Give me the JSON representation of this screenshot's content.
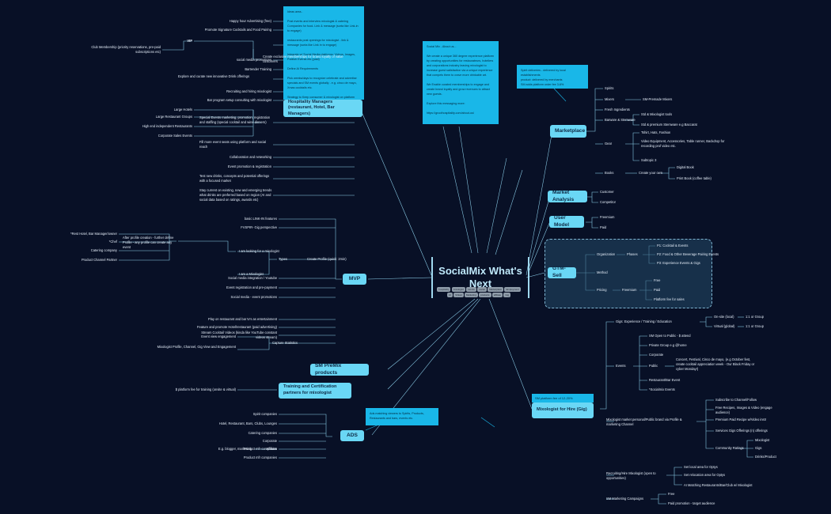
{
  "center": {
    "title": "SocialMix\nWhat's Next",
    "tags": [
      "hospitality",
      "mixologist",
      "events",
      "social",
      "Marketplace",
      "Employment",
      "AI",
      "Virtual",
      "Marketing",
      "products",
      "affiliate",
      "Gig"
    ]
  },
  "notes": {
    "about": "Social Mix - About us...\n\nWe create a unique 360 degree experience platform by creating opportunities for restaurateurs, hoteliers and corporations industry leaving mixologist to increase guest satisfaction via a unique experience that compels them to crave more drinkable art.\n\nWe Enable curated memberships to engage and create brand loyalty and grow revenues to attract new guests.\n\nExplore this messaging more:\n\nhttps://groothospitality.com/about-us/",
    "ideas": "Ideas area..\n\nPost events and interview mixologist & catering Companies for food- Link & message (sorta like Link-in to engage)\n\nrestaurants post openings for mixologist - link & message (sorta like Link in to engage)\n\nIntegrate w/ Social Media platforms: Videos, Images, Publish Events etc (paid)\n\nDefine AI Requirements\n\nPick weeks/days to recognize celebrate and advertise specials and SM events globally - e.g. cinco de mayo, Xmas cocktails etc.\n\nStrategy to Keep consumer & mixologist on platform and not bypass (payment platform)",
    "delivery": "Spirit deliveries - delivered by local establishments\nproduct: delivered by merchants\nSM adds platform order fee 3-6%",
    "ads": "Ads matching viewers to Spirits, Products, Restaurants and bars, events etc.",
    "platform_fee": "SM platform fee of 12-20%"
  },
  "nodes": {
    "hospitality": "Hospitality Managers (restaurant, Hotel, Bar Managers)",
    "marketplace": "Marketplace",
    "market_analysis": "Market Analysis",
    "user_model": "User Model",
    "gtm": "GTM-Sell",
    "mvp": "MVP",
    "premix": "SM PreMix products",
    "training": "Training and Certification partners for mixologist",
    "ads": "ADS",
    "gig": "Mixologist for Hire (Gig)"
  },
  "hospitality_branch": {
    "items": [
      "Happy hour Advertising (free)",
      "Promote Signature Cocktails and Food Pairing",
      "Create exclusive memberships for brand loyalty of value customers",
      "social media promotions",
      "Bartender Training",
      "Explore and curate new innovative Drink offerings",
      "Recruiting and hiring mixologist",
      "Bar program setup consulting with mixologist",
      "Special Events marketing, promotion, registration and staffing (special cocktail and wine dinners)",
      "Fill more event seats using platform and social reach",
      "Collaboration and networking",
      "Event promotion & registration",
      "Test new drinks, concepts and potential offerings  with a focused market",
      "Stay current on existing, new and  emerging trends what drinks are preferred based on region (AI and social data based on ratings, awards etc)"
    ],
    "vip": "VIP",
    "club": "Club Membership (priority reservations, pre-paid subscriptions etc)",
    "special_event_targets": [
      "Large Hotels",
      "Large Restaurant Groups",
      "High end independent Restaurants",
      "Corporate Sales Events"
    ]
  },
  "marketplace_branch": {
    "items": [
      "Spirits",
      "Mixers",
      "Fresh Ingredients",
      "Barware & Stemware",
      "Gear",
      "Books"
    ],
    "mixers_child": "SM-Premade Mixers",
    "barware_children": [
      "Std & Mixologist tools",
      "Std & premium Stemware e.g Baccarat"
    ],
    "gear_children": [
      "Tshirt, Hats, Fashion",
      "Video Equipment, Accessories, Table runner, Backdrop for recording prof video etc.",
      "Subtopic 3"
    ],
    "books_child": "Create your own",
    "books_grandchildren": [
      "Digital Book",
      "Print Book (coffee table)"
    ]
  },
  "market_analysis_branch": [
    "Customer",
    "Competitor"
  ],
  "user_model_branch": [
    "Freemium",
    "Paid"
  ],
  "gtm_branch": {
    "organization": "Organization",
    "phases": "Phases",
    "phase_items": [
      "P1: Cocktail & Events",
      "P2: Food & Other Beverage Pairing Events",
      "P3: Experience Events & Gigs"
    ],
    "method": "Method",
    "pricing": "Pricing",
    "freemium": "Freemium",
    "pricing_items": [
      "Free",
      "Paid",
      "Platform fee for sales"
    ]
  },
  "mvp_branch": {
    "items": [
      "basic LINK-IN features",
      "FVSPIR- Gig perspective",
      "Social media integration / Youtube",
      "Event registration and pre-payment",
      "Social media - event promotions",
      "Stream Cocktail Videos (kinda like YouTube constant videos stream)"
    ],
    "types": "Types",
    "create_profile": "Create Profile (quick: 2min)",
    "profile_choices": [
      "I am looking for a mixologist",
      "I am a Mixologist"
    ],
    "after_profile": "After profile creation - further define Profile - any profile can create any event",
    "personas": [
      "*Rest Hotel, Bar Manager/owner",
      "*Chef",
      "Catering company",
      "Product Channel Partner"
    ],
    "play_on": "Play on restaurant and bar tv's as entertainment",
    "feature_promote": "Feature and promote Hotel/restaurant (paid advertising)",
    "capture": "Capture Statistics",
    "capture_children": [
      "Event view engagement",
      "Mixologist Profile, Channel, Gig View and Engagement"
    ]
  },
  "training_branch": "$ platform fee for training (onsite & virtual)",
  "ads_branch": [
    "Spirit companies",
    "Hotel, Restaurant, Bars, Clubs, Lounges",
    "Catering companies",
    "Corporate",
    "Affiliate",
    "Product mfr companies"
  ],
  "ads_affiliate_parent": "E.g. blogger, marketing",
  "gig_branch": {
    "gigs": "Gigs: Experience / Training / Education",
    "gig_modes": [
      "On-site (local)",
      "Virtual (global)"
    ],
    "gig_mode_child": "1:1 or Group",
    "events": "Events",
    "event_items": [
      "SM Open to Public - $ attend",
      "Private Group e.g @home",
      "Corporate",
      "Public",
      "Restaurant/Bar Event",
      "*Socialmix Events"
    ],
    "public_detail": "Concert, Festival,  Cinco de mayo, (e.g October fest, create cocktail appreciation week - Our  Black Friday or cyber Monday!)",
    "brand": "Mixologist market personal/Public brand via Profile & marketing Channel",
    "brand_items": [
      "Subscribe to Channel/Follow",
      "Free Recipes, Images & Video (engage audience)",
      "Premium Paid Recipe w/Video instr",
      "Services Gigs Offerings (n) offerings",
      "Community Ratings"
    ],
    "ratings": [
      "Mixologist",
      "Gigs",
      "Drinks/Product"
    ],
    "recruiting": "Recruiting/Hire Mixologist (open to opportunities)",
    "recruiting_items": [
      "Set local area for Optys",
      "Set relocation area for Optys",
      "AI Matching Restaurants/Bar/Club w/ Mixologist"
    ],
    "campaigns": "SM Marketing Campaigns",
    "campaign_items": [
      "Free",
      "Paid promotion - target audience"
    ]
  }
}
